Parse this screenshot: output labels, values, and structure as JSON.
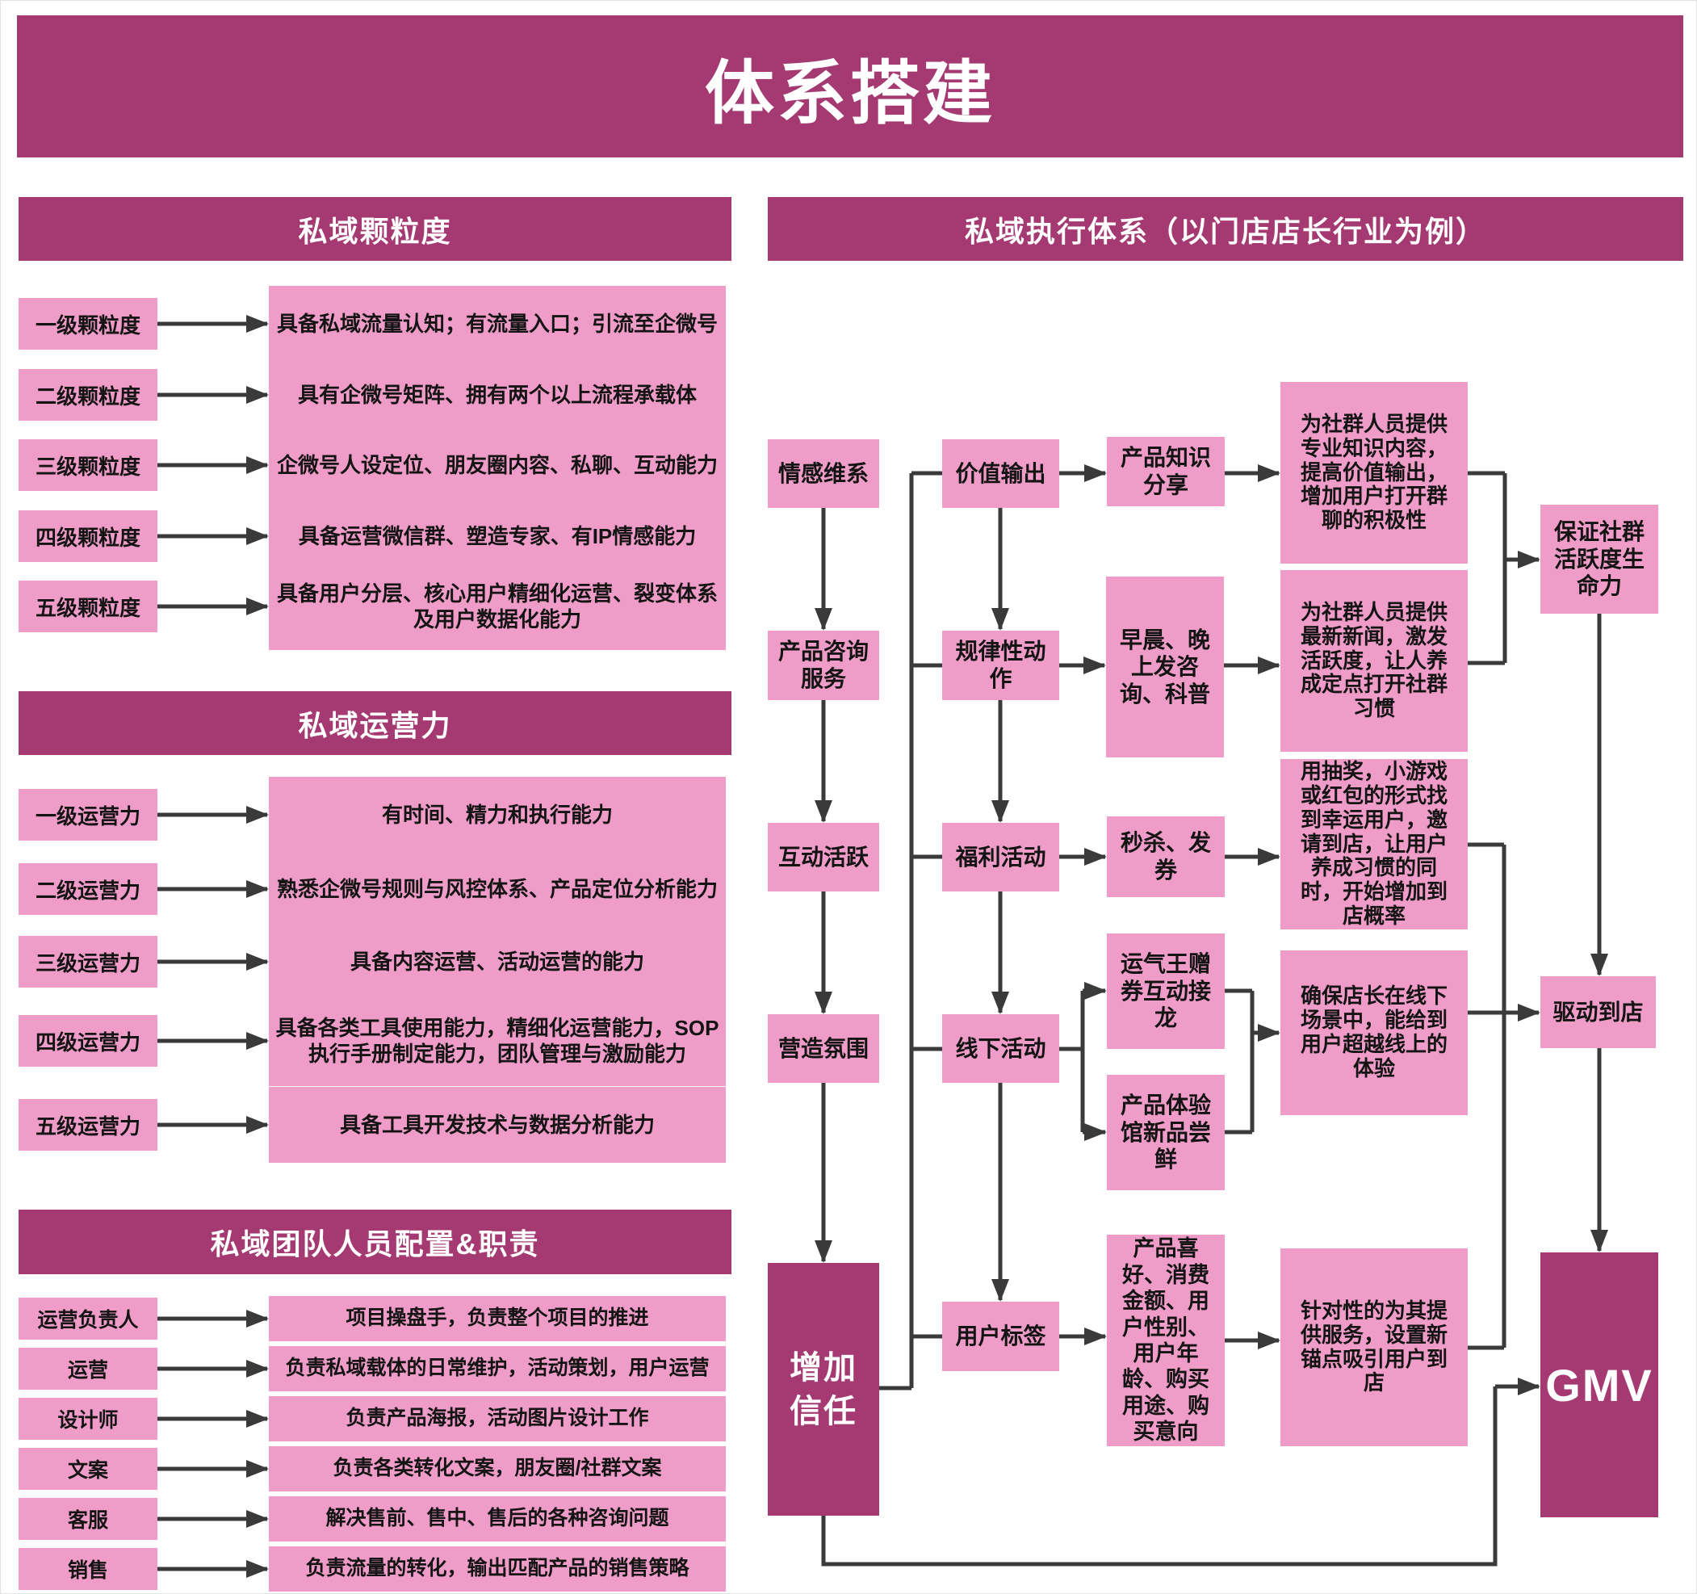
{
  "title": "体系搭建",
  "colors": {
    "dark_magenta": "#A53A72",
    "pink": "#EF9DC8",
    "line": "#3A3A3A"
  },
  "left_sections": [
    {
      "header": "私域颗粒度",
      "rows": [
        {
          "label": "一级颗粒度",
          "desc": "具备私域流量认知；有流量入口；引流至企微号"
        },
        {
          "label": "二级颗粒度",
          "desc": "具有企微号矩阵、拥有两个以上流程承载体"
        },
        {
          "label": "三级颗粒度",
          "desc": "企微号人设定位、朋友圈内容、私聊、互动能力"
        },
        {
          "label": "四级颗粒度",
          "desc": "具备运营微信群、塑造专家、有IP情感能力"
        },
        {
          "label": "五级颗粒度",
          "desc": "具备用户分层、核心用户精细化运营、裂变体系及用户数据化能力"
        }
      ]
    },
    {
      "header": "私域运营力",
      "rows": [
        {
          "label": "一级运营力",
          "desc": "有时间、精力和执行能力"
        },
        {
          "label": "二级运营力",
          "desc": "熟悉企微号规则与风控体系、产品定位分析能力"
        },
        {
          "label": "三级运营力",
          "desc": "具备内容运营、活动运营的能力"
        },
        {
          "label": "四级运营力",
          "desc": "具备各类工具使用能力，精细化运营能力，SOP执行手册制定能力，团队管理与激励能力"
        },
        {
          "label": "五级运营力",
          "desc": "具备工具开发技术与数据分析能力"
        }
      ]
    },
    {
      "header": "私域团队人员配置&职责",
      "rows": [
        {
          "label": "运营负责人",
          "desc": "项目操盘手，负责整个项目的推进"
        },
        {
          "label": "运营",
          "desc": "负责私域载体的日常维护，活动策划，用户运营"
        },
        {
          "label": "设计师",
          "desc": "负责产品海报，活动图片设计工作"
        },
        {
          "label": "文案",
          "desc": "负责各类转化文案，朋友圈/社群文案"
        },
        {
          "label": "客服",
          "desc": "解决售前、售中、售后的各种咨询问题"
        },
        {
          "label": "销售",
          "desc": "负责流量的转化，输出匹配产品的销售策略"
        }
      ]
    }
  ],
  "flow": {
    "header": "私域执行体系（以门店店长行业为例）",
    "nodes": {
      "a1": "情感维系",
      "a2": "产品咨询服务",
      "a3": "互动活跃",
      "a4": "营造氛围",
      "a5": "增加\n信任",
      "b1": "价值输出",
      "b2": "规律性动作",
      "b3": "福利活动",
      "b4": "线下活动",
      "b5": "用户标签",
      "c1": "产品知识分享",
      "c2": "早晨、晚上发咨询、科普",
      "c3": "秒杀、发券",
      "c4a": "运气王赠券互动接龙",
      "c4b": "产品体验馆新品尝鲜",
      "c5": "产品喜好、消费金额、用户性别、用户年龄、购买用途、购买意向",
      "d1": "为社群人员提供专业知识内容，提高价值输出，增加用户打开群聊的积极性",
      "d2": "为社群人员提供最新新闻，激发活跃度，让人养成定点打开社群习惯",
      "d3": "用抽奖，小游戏或红包的形式找到幸运用户，邀请到店，让用户养成习惯的同时，开始增加到店概率",
      "d4": "确保店长在线下场景中，能给到用户超越线上的体验",
      "d5": "针对性的为其提供服务，设置新锚点吸引用户到店",
      "e1": "保证社群活跃度生命力",
      "e2": "驱动到店",
      "e3": "GMV"
    }
  }
}
